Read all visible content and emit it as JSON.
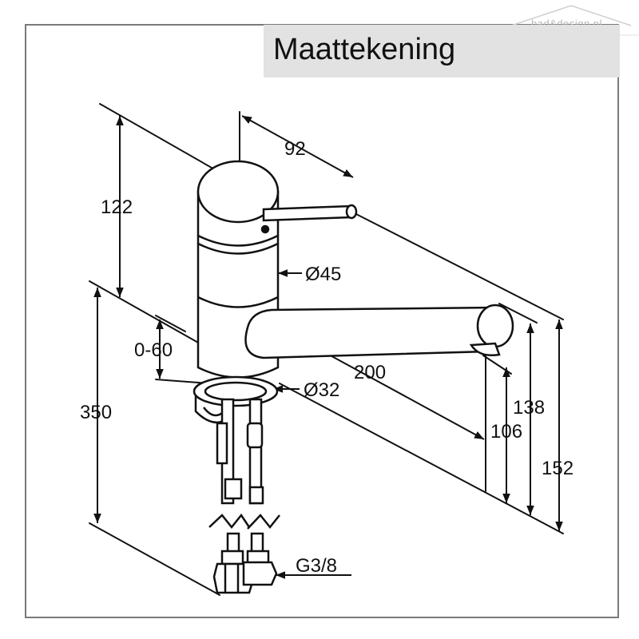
{
  "title": "Maattekening",
  "watermark": "bad&design.nl",
  "dimensions": {
    "d92": "92",
    "d122": "122",
    "d45": "Ø45",
    "d060": "0-60",
    "d200": "200",
    "d32": "Ø32",
    "d350": "350",
    "d138": "138",
    "d106": "106",
    "d152": "152",
    "g38": "G3/8"
  },
  "colors": {
    "line": "#111111",
    "frame": "#7a7a7a",
    "title_bg": "#e2e2e2",
    "watermark": "#b8b8b8"
  }
}
